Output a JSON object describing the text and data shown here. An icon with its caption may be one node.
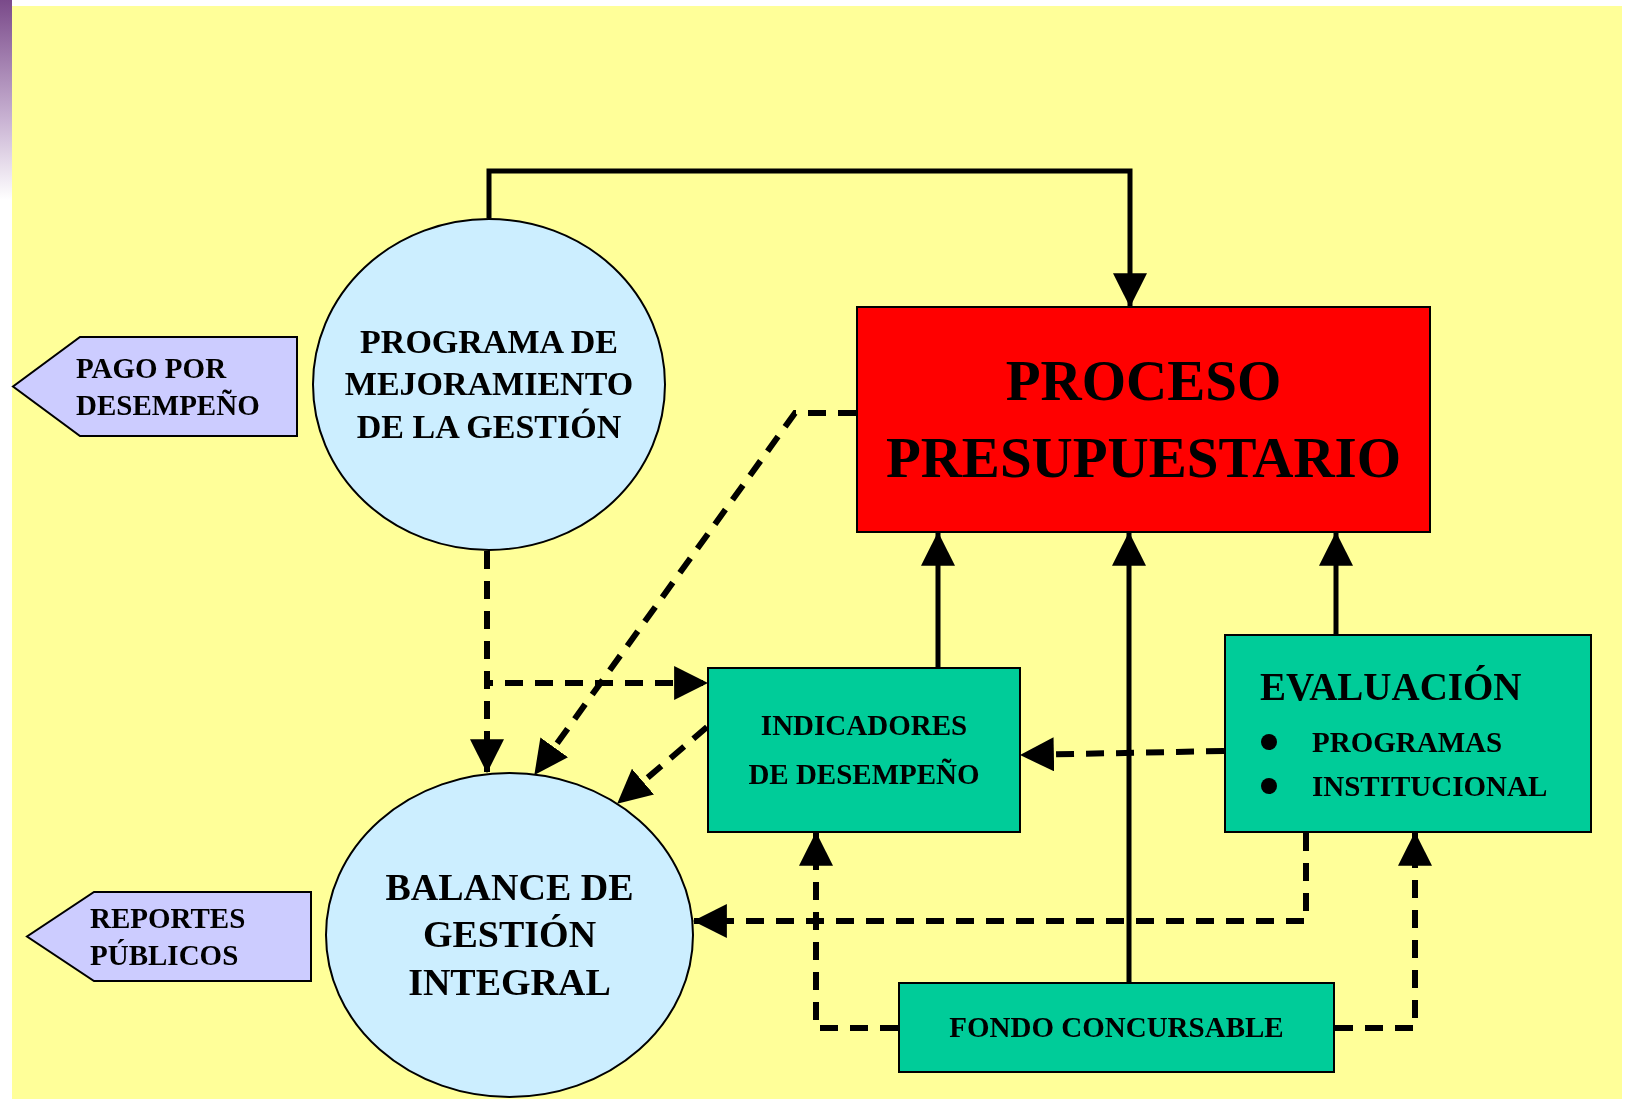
{
  "diagram": {
    "nodes": [
      {
        "text": [
          "PAGO POR DESEMPEÑO"
        ]
      },
      {
        "text": [
          "PROGRAMA DE MEJORAMIENTO DE LA GESTIÓN"
        ]
      },
      {
        "text": [
          "PROCESO PRESUPUESTARIO"
        ]
      },
      {
        "text": [
          "INDICADORES DE DESEMPEÑO"
        ]
      },
      {
        "text": [
          "EVALUACIÓN",
          "PROGRAMAS",
          "INSTITUCIONAL"
        ]
      },
      {
        "text": [
          "REPORTES PÚBLICOS"
        ]
      },
      {
        "text": [
          "BALANCE DE GESTIÓN INTEGRAL"
        ]
      },
      {
        "text": [
          "FONDO CONCURSABLE"
        ]
      }
    ],
    "edges": [
      {
        "from": 1,
        "to": 2,
        "arrow": "to"
      },
      {
        "from": 3,
        "to": 2,
        "arrow": "to"
      },
      {
        "from": 4,
        "to": 2,
        "arrow": "to"
      },
      {
        "from": 7,
        "to": 2,
        "arrow": "to"
      },
      {
        "from": 2,
        "to": 6,
        "arrow": "to",
        "style": "dashed"
      },
      {
        "from": 1,
        "to": 3,
        "arrow": "to",
        "style": "dashed"
      },
      {
        "from": 1,
        "to": 6,
        "arrow": "to",
        "style": "dashed"
      },
      {
        "from": 3,
        "to": 6,
        "arrow": "to",
        "style": "dashed"
      },
      {
        "from": 4,
        "to": 3,
        "arrow": "to",
        "style": "dashed"
      },
      {
        "from": 4,
        "to": 6,
        "arrow": "to",
        "style": "dashed"
      },
      {
        "from": 7,
        "to": 3,
        "arrow": "to",
        "style": "dashed"
      },
      {
        "from": 7,
        "to": 4,
        "arrow": "to",
        "style": "dashed"
      }
    ]
  }
}
